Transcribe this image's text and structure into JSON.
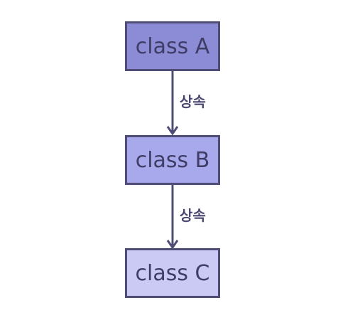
{
  "diagram": {
    "nodes": [
      {
        "id": "a",
        "label": "class A",
        "fill": "#8c8cd6"
      },
      {
        "id": "b",
        "label": "class B",
        "fill": "#a8a8ec"
      },
      {
        "id": "c",
        "label": "class C",
        "fill": "#cacaf5"
      }
    ],
    "edges": [
      {
        "from": "a",
        "to": "b",
        "label": "상속"
      },
      {
        "from": "b",
        "to": "c",
        "label": "상속"
      }
    ],
    "colors": {
      "border": "#4f4d75",
      "text": "#3f3d66"
    }
  }
}
